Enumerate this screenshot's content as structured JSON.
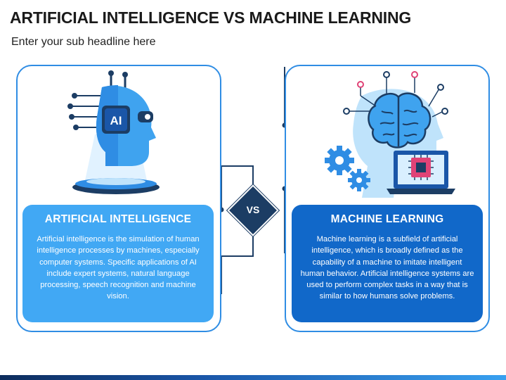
{
  "header": {
    "title": "ARTIFICIAL INTELLIGENCE VS MACHINE LEARNING",
    "subtitle": "Enter your sub headline here"
  },
  "left_card": {
    "heading": "ARTIFICIAL INTELLIGENCE",
    "body": "Artificial intelligence is the simulation of human intelligence processes by machines, especially computer systems. Specific applications of AI include expert systems, natural language processing, speech recognition and machine vision.",
    "icon_label": "AI"
  },
  "right_card": {
    "heading": "MACHINE LEARNING",
    "body": "Machine learning is a subfield of artificial intelligence, which is broadly defined as the capability of a machine to imitate intelligent human behavior. Artificial intelligence systems are used to perform complex tasks in a way that is similar to how humans solve problems."
  },
  "center": {
    "vs_label": "VS"
  },
  "colors": {
    "panel_border": "#2f8de4",
    "left_card_bg": "#41a8f4",
    "right_card_bg": "#1168c9",
    "vs_bg": "#1c3d64",
    "illustration_blue": "#3fa3ef",
    "illustration_light": "#bfe3fb",
    "accent_pink": "#e04377"
  },
  "icons": [
    "ai-robot-head-icon",
    "brain-circuit-icon",
    "gears-icon",
    "laptop-chip-icon"
  ]
}
